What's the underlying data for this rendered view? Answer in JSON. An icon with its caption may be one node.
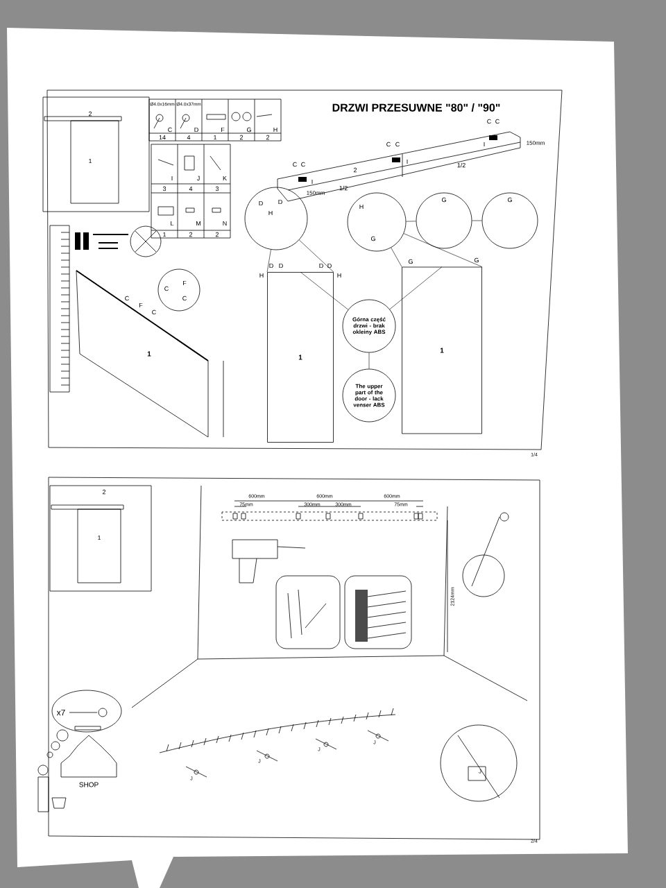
{
  "diagram": {
    "nodes": [
      {
        "text": [
          "D",
          "D",
          "H"
        ]
      },
      {
        "text": [
          "1"
        ],
        "beside": [
          "D",
          "D",
          "H",
          "D",
          "D",
          "H"
        ]
      },
      {
        "text": [
          "1"
        ],
        "beside": [
          "G",
          "G"
        ]
      },
      {
        "text": [
          "H",
          "G"
        ]
      },
      {
        "text": [
          "G"
        ]
      },
      {
        "text": [
          "G"
        ]
      },
      {
        "text": [
          "Górna część drzwi - brak okleiny ABS"
        ]
      },
      {
        "text": [
          "The upper part of the door - lack venser ABS"
        ]
      },
      {
        "text": [
          "1"
        ],
        "beside": [
          "C",
          "F",
          "C"
        ]
      },
      {
        "text": [
          "F",
          "C",
          "C"
        ]
      }
    ],
    "edges": [
      {
        "from": 0,
        "to": 1,
        "arrow": "none"
      },
      {
        "from": 0,
        "to": 1,
        "arrow": "none"
      },
      {
        "from": 3,
        "to": 2,
        "arrow": "none"
      },
      {
        "from": 3,
        "to": 2,
        "arrow": "none"
      },
      {
        "from": 3,
        "to": 4,
        "arrow": "none"
      },
      {
        "from": 4,
        "to": 5,
        "arrow": "none"
      },
      {
        "from": 6,
        "to": 1,
        "arrow": "none"
      },
      {
        "from": 6,
        "to": 2,
        "arrow": "none"
      },
      {
        "from": 6,
        "to": 7,
        "arrow": "none"
      }
    ],
    "labels": [
      "DRZWI PRZESUWNE \"80\" / \"90\"",
      "Ø4.0x16mm",
      "Ø4.0x37mm",
      "C",
      "D",
      "F",
      "G",
      "H",
      "14",
      "4",
      "1",
      "2",
      "2",
      "I",
      "J",
      "K",
      "3",
      "4",
      "3",
      "L",
      "M",
      "N",
      "1",
      "2",
      "2",
      "2",
      "1",
      "C",
      "C",
      "I",
      "C",
      "C",
      "I",
      "C",
      "C",
      "I",
      "2",
      "1/2",
      "1/2",
      "150mm",
      "150mm",
      "1/4",
      "2",
      "1",
      "600mm",
      "600mm",
      "600mm",
      "75mm",
      "300mm",
      "300mm",
      "75mm",
      "2124mm",
      "x7",
      "SHOP",
      "J",
      "J",
      "J",
      "J",
      "J",
      "2/4"
    ]
  }
}
